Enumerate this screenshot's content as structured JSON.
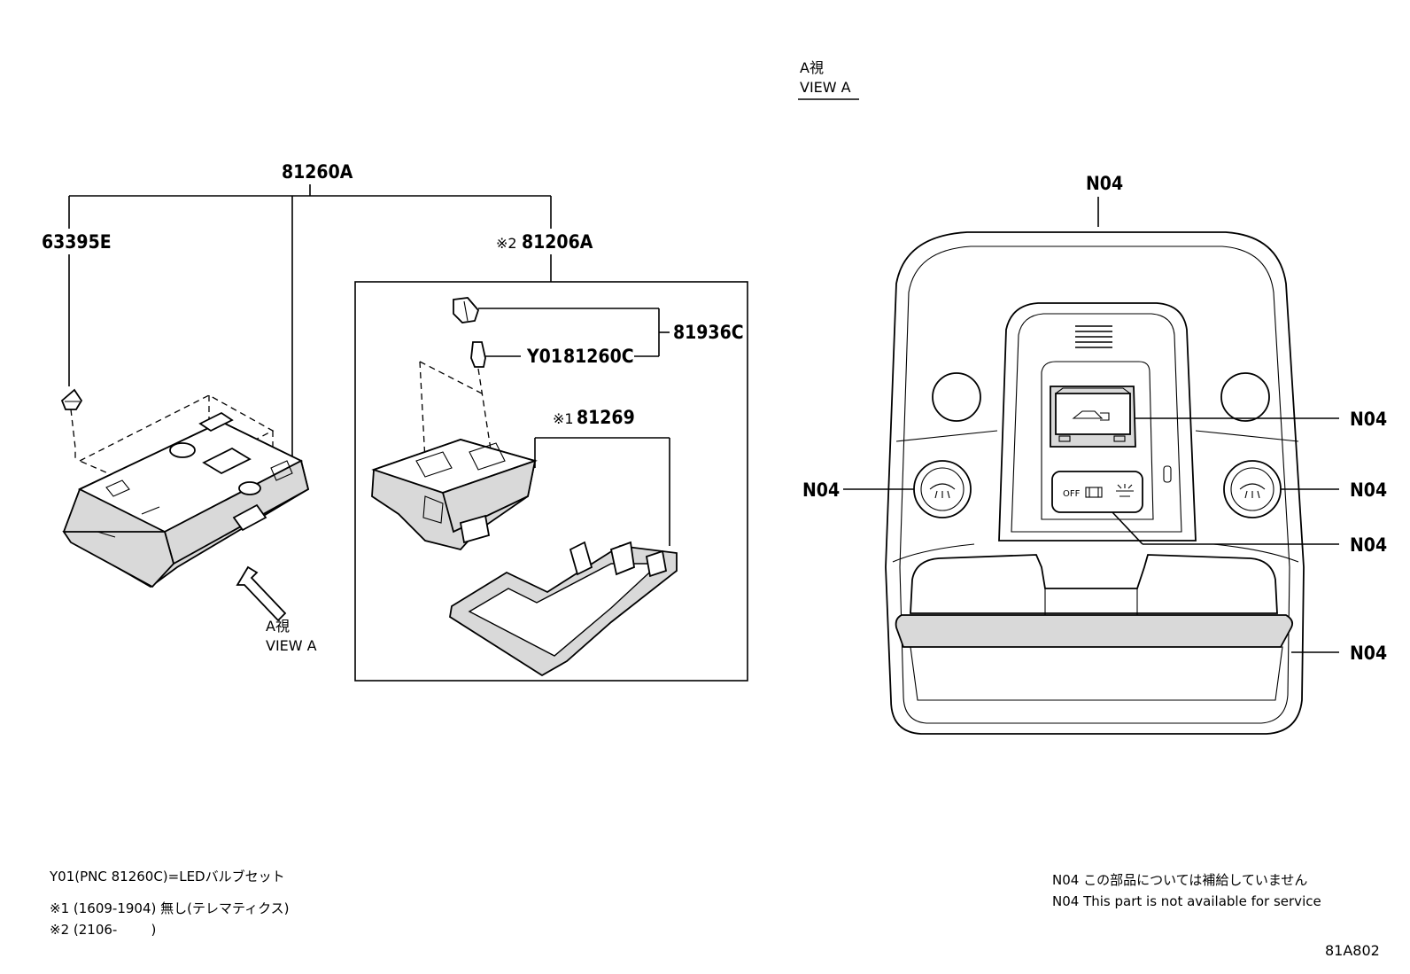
{
  "view_heading": {
    "jp": "A視",
    "en": "VIEW A"
  },
  "arrow_caption": {
    "jp": "A視",
    "en": "VIEW A"
  },
  "part_labels": {
    "assembly": "81260A",
    "clip": "63395E",
    "lamp_sub": "81206A",
    "lamp_sub_mark": "※2",
    "socket": "81936C",
    "bulb_code": "Y01",
    "bulb": "81260C",
    "cover_mark": "※1",
    "cover": "81269"
  },
  "view_labels": {
    "top": "N04",
    "switch_display": "N04",
    "lamp_left": "N04",
    "lamp_right": "N04",
    "door_switch": "N04",
    "sunglass_holder": "N04"
  },
  "switch_text": {
    "off": "OFF"
  },
  "notes_left": [
    "Y01(PNC 81260C)=LEDバルブセット",
    "※1 (1609-1904) 無し(テレマティクス)",
    "※2 (2106-        )"
  ],
  "notes_right": [
    "N04 この部品については補給していません",
    "N04 This part is not available for service"
  ],
  "figure_code": "81A802"
}
